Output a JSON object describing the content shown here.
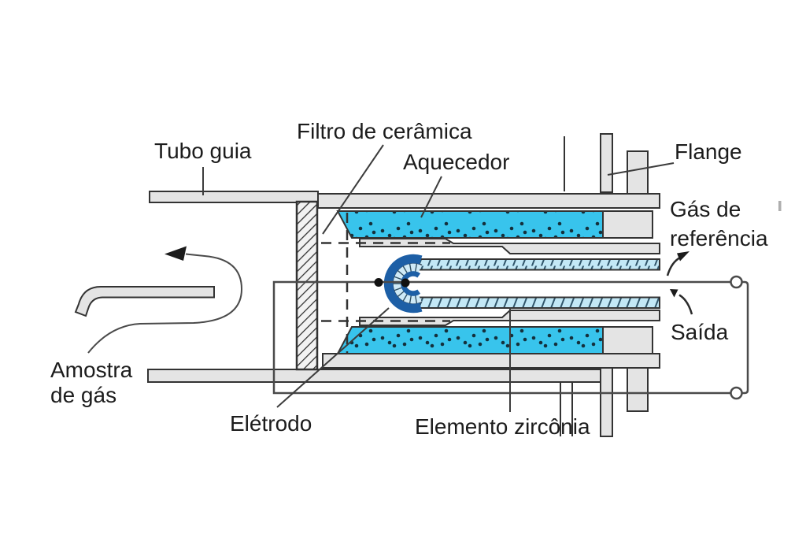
{
  "labels": {
    "tubo_guia": "Tubo guia",
    "filtro_ceramica": "Filtro de cerâmica",
    "aquecedor": "Aquecedor",
    "flange": "Flange",
    "gas_referencia_line1": "Gás de",
    "gas_referencia_line2": "referência",
    "saida": "Saída",
    "amostra_line1": "Amostra",
    "amostra_line2": "de gás",
    "eletrodo": "Elétrodo",
    "elemento_zirconia": "Elemento zircônia"
  },
  "colors": {
    "background": "#ffffff",
    "outline": "#333333",
    "metal_gray": "#e4e4e4",
    "filter_base": "#f2f2f2",
    "heater_cyan": "#38c4ec",
    "heater_dot_navy": "#14303c",
    "zirconia_light_blue": "#c3e8f6",
    "zirconia_hatch": "#31566b",
    "electrode_dark_blue": "#1d5fa6",
    "wire_gray": "#4a4a4a",
    "pointer_gray": "#3c3c3c",
    "arrow_black": "#1b1b1b",
    "text": "#1c1c1c"
  }
}
